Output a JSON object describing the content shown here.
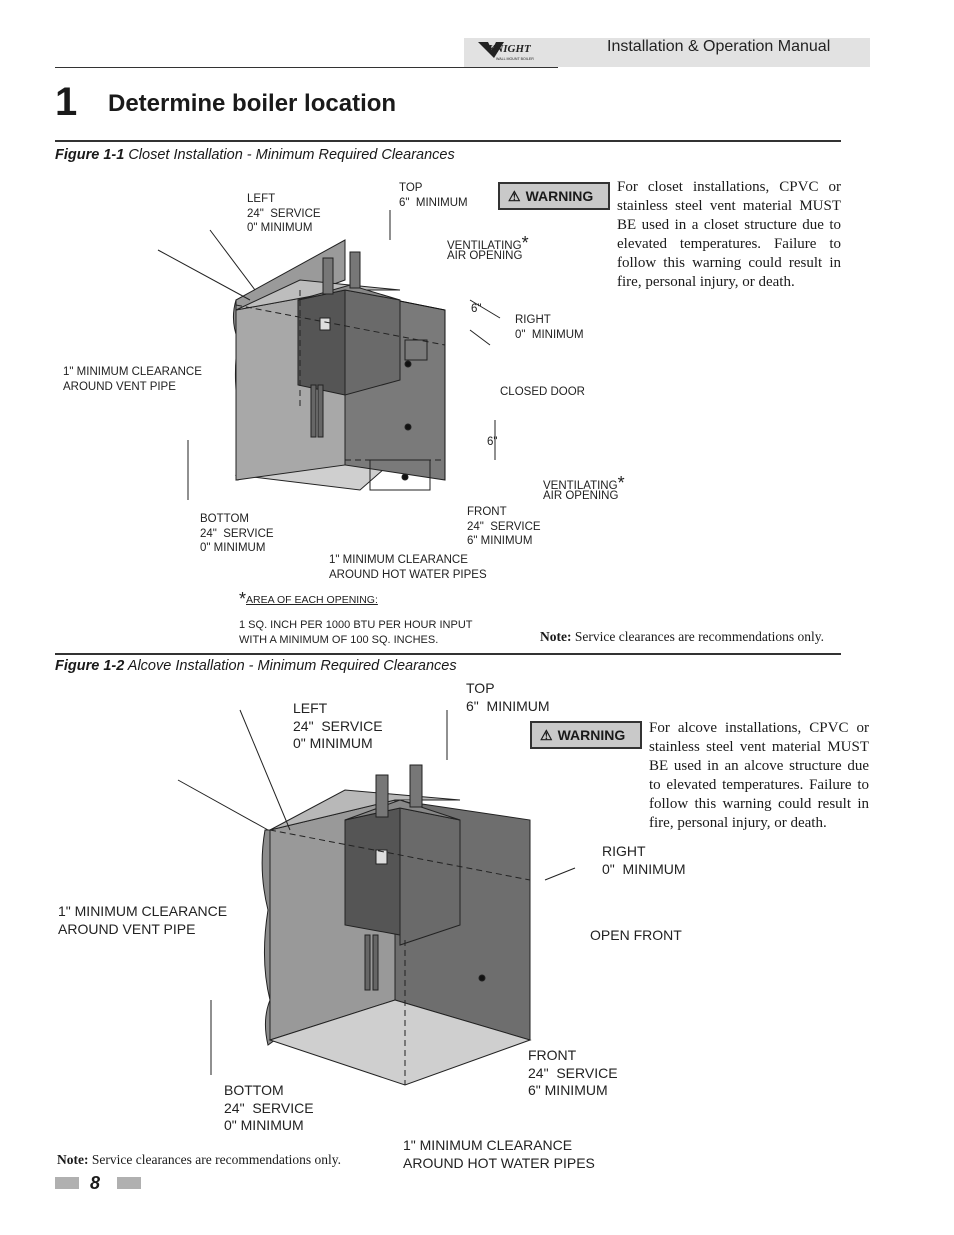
{
  "header": {
    "manual_title": "Installation & Operation Manual",
    "logo_text": "KNIGHT",
    "logo_subtext": "WALL MOUNT BOILER"
  },
  "section": {
    "number": "1",
    "title": "Determine boiler location"
  },
  "figure1": {
    "caption_label": "Figure 1-1",
    "caption_text": " Closet Installation - Minimum Required Clearances",
    "labels": {
      "left": "LEFT\n24\"  SERVICE\n0\" MINIMUM",
      "top": "TOP\n6\"  MINIMUM",
      "ventilating_top": "VENTILATING",
      "air_opening_top": "AIR OPENING",
      "six_inch_upper": "6\"",
      "right": "RIGHT\n0\"  MINIMUM",
      "vent_pipe": "1\" MINIMUM CLEARANCE\nAROUND VENT PIPE",
      "closed_door": "CLOSED DOOR",
      "six_inch_lower": "6\"",
      "ventilating_bottom": "VENTILATING",
      "air_opening_bottom": "AIR OPENING",
      "bottom": "BOTTOM\n24\"  SERVICE\n0\" MINIMUM",
      "front": "FRONT\n24\"  SERVICE\n6\" MINIMUM",
      "hot_water": "1\" MINIMUM CLEARANCE\nAROUND HOT WATER PIPES",
      "asterisk": "*"
    },
    "footnote_title": "AREA OF EACH OPENING:",
    "footnote_body": "1 SQ. INCH PER 1000 BTU PER HOUR INPUT\nWITH A MINIMUM OF 100 SQ. INCHES.",
    "warning_label": "WARNING",
    "warning_text": "For closet installations, CPVC  or stainless steel vent material MUST BE used in a closet structure due to elevated temperatures.  Failure to follow this warning could result in fire, personal injury, or death.",
    "note_label": "Note:",
    "note_text": " Service clearances are recommendations only."
  },
  "figure2": {
    "caption_label": "Figure 1-2",
    "caption_text": " Alcove Installation - Minimum Required Clearances",
    "labels": {
      "left": "LEFT\n24\"  SERVICE\n0\" MINIMUM",
      "top": "TOP\n6\"  MINIMUM",
      "right": "RIGHT\n0\"  MINIMUM",
      "vent_pipe": "1\" MINIMUM CLEARANCE\nAROUND VENT PIPE",
      "open_front": "OPEN FRONT",
      "bottom": "BOTTOM\n24\"  SERVICE\n0\" MINIMUM",
      "front": "FRONT\n24\"  SERVICE\n6\" MINIMUM",
      "hot_water": "1\" MINIMUM CLEARANCE\nAROUND HOT WATER PIPES"
    },
    "warning_label": "WARNING",
    "warning_text": "For alcove installations, CPVC  or stainless steel vent material MUST BE used in an alcove structure due to elevated temperatures.  Failure to follow this warning could result in fire, personal injury, or death.",
    "note_label": "Note:",
    "note_text": " Service clearances are recommendations only."
  },
  "footer": {
    "page_number": "8"
  }
}
